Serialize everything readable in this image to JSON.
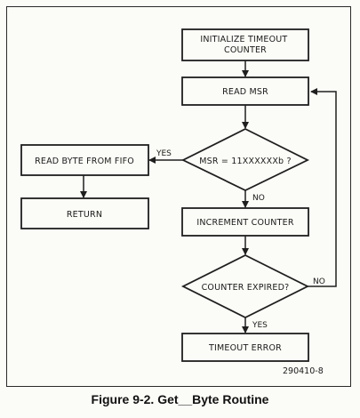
{
  "nodes": {
    "init": "INITIALIZE TIMEOUT COUNTER",
    "read_msr": "READ MSR",
    "msr_check": "MSR = 11XXXXXXb ?",
    "read_byte": "READ BYTE FROM FIFO",
    "return": "RETURN",
    "increment": "INCREMENT COUNTER",
    "expired_check": "COUNTER EXPIRED?",
    "timeout_error": "TIMEOUT ERROR"
  },
  "edges": {
    "msr_yes": "YES",
    "msr_no": "NO",
    "expired_no": "NO",
    "expired_yes": "YES"
  },
  "figure_ref": "290410-8",
  "caption": "Figure 9-2. Get__Byte Routine"
}
